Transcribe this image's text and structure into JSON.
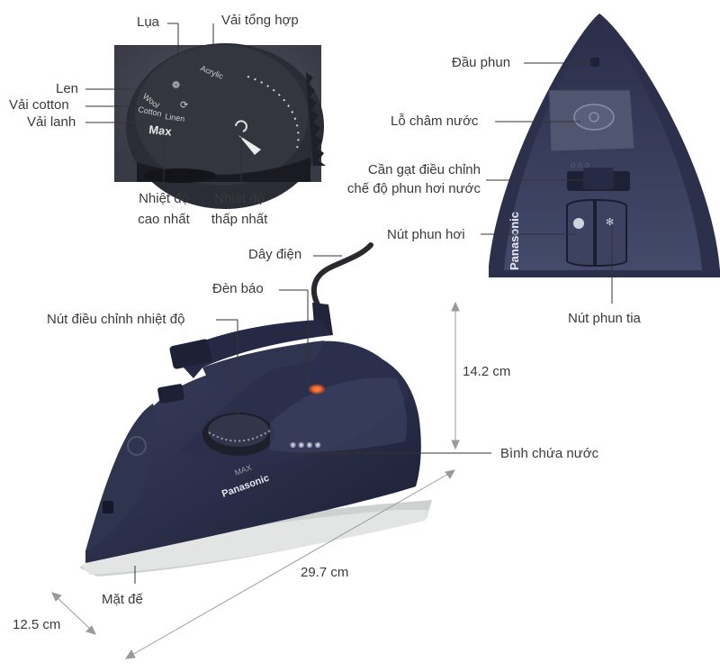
{
  "labels": {
    "lua": "Lụa",
    "vai_tong_hop": "Vải tổng hợp",
    "len": "Len",
    "vai_cotton": "Vải cotton",
    "vai_lanh": "Vải lanh",
    "nhiet_do_cao_1": "Nhiệt độ",
    "nhiet_do_cao_2": "cao nhất",
    "nhiet_do_thap_1": "Nhiệt độ",
    "nhiet_do_thap_2": "thấp nhất",
    "day_dien": "Dây điện",
    "den_bao": "Đèn báo",
    "nut_dieu_chinh": "Nút điều chỉnh nhiệt độ",
    "binh_chua_nuoc": "Bình chứa nước",
    "mat_de": "Mặt đế",
    "dau_phun": "Đầu phun",
    "lo_cham_nuoc": "Lỗ châm nước",
    "can_gat_1": "Cần gạt điều chỉnh",
    "can_gat_2": "chế độ phun hơi nước",
    "nut_phun_hoi": "Nút phun hơi",
    "nut_phun_tia": "Nút phun tia"
  },
  "dimensions": {
    "height": "14.2 cm",
    "length": "29.7 cm",
    "width": "12.5 cm"
  },
  "dial_markings": {
    "acrylic": "Acrylic",
    "wool": "Wool",
    "cotton": "Cotton",
    "linen": "Linen",
    "max": "Max"
  },
  "brand": "Panasonic",
  "iron_markings": {
    "max": "MAX"
  },
  "colors": {
    "iron_body": "#262a44",
    "sole_plate": "#c9cbcb",
    "indicator_light": "#ff5a1f",
    "label_text": "#3a3a3a",
    "dimension_line": "#9a9a9a"
  }
}
